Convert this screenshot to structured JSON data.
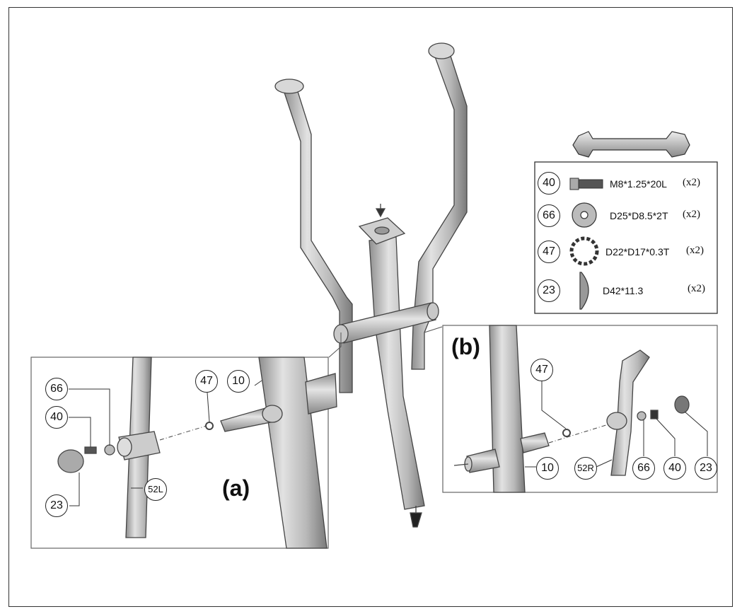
{
  "hardware": [
    {
      "part": "40",
      "spec": "M8*1.25*20L",
      "qty": "(x2)",
      "icon": "bolt-icon"
    },
    {
      "part": "66",
      "spec": "D25*D8.5*2T",
      "qty": "(x2)",
      "icon": "flat-washer-icon"
    },
    {
      "part": "47",
      "spec": "D22*D17*0.3T",
      "qty": "(x2)",
      "icon": "wave-washer-icon"
    },
    {
      "part": "23",
      "spec": "D42*11.3",
      "qty": "(x2)",
      "icon": "end-cap-icon"
    }
  ],
  "tool": {
    "icon": "wrench-icon"
  },
  "detail_a": {
    "title": "(a)",
    "callouts": {
      "c66": "66",
      "c40": "40",
      "c23": "23",
      "c47": "47",
      "c10": "10",
      "c52L": "52L"
    }
  },
  "detail_b": {
    "title": "(b)",
    "callouts": {
      "c47": "47",
      "c10": "10",
      "c52R": "52R",
      "c66": "66",
      "c40": "40",
      "c23": "23"
    }
  }
}
